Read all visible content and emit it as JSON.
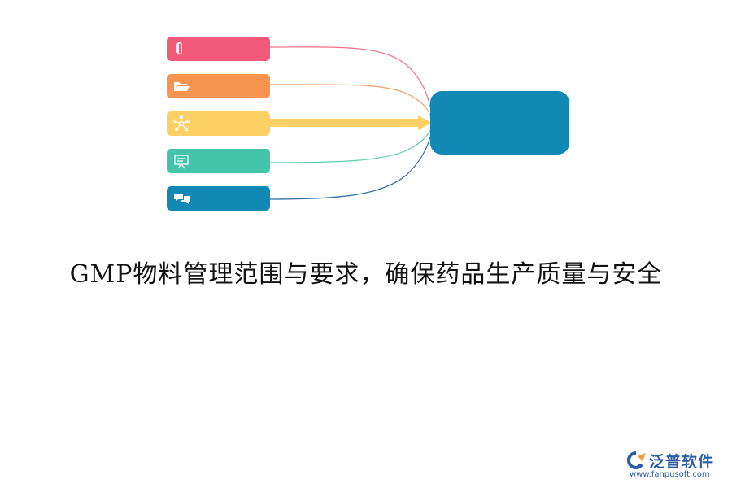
{
  "diagram": {
    "title": "GMP物料管理范围与要求，确保药品生产质量与安全",
    "items": [
      {
        "icon": "paperclip-icon",
        "color": "#f25a7a",
        "line_color": "#ec6f88"
      },
      {
        "icon": "folder-open-icon",
        "color": "#f8944f",
        "line_color": "#f6a163"
      },
      {
        "icon": "network-icon",
        "color": "#fdd066",
        "line_color": "#fdd066"
      },
      {
        "icon": "presentation-board-icon",
        "color": "#44c4a8",
        "line_color": "#5ccbb2"
      },
      {
        "icon": "chat-bubbles-icon",
        "color": "#1289b5",
        "line_color": "#2f6c9c"
      }
    ],
    "target_color": "#1289b5"
  },
  "logo": {
    "name": "泛普软件",
    "url": "www.fanpusoft.com",
    "color": "#2a5ca8"
  }
}
